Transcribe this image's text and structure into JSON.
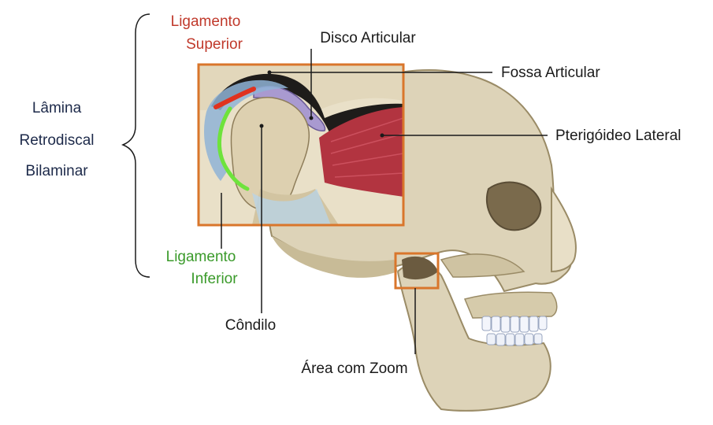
{
  "labels": {
    "lamina_line1": "Lâmina",
    "lamina_line2": "Retrodiscal",
    "lamina_line3": "Bilaminar",
    "lig_superior_line1": "Ligamento",
    "lig_superior_line2": "Superior",
    "lig_inferior_line1": "Ligamento",
    "lig_inferior_line2": "Inferior",
    "disco": "Disco Articular",
    "fossa": "Fossa Articular",
    "pterigoideo": "Pterigóideo Lateral",
    "condilo": "Côndilo",
    "zoom": "Área com Zoom"
  },
  "colors": {
    "text": "#1a1a1a",
    "lamina_text": "#1d2a4a",
    "lig_superior": "#c0392b",
    "lig_inferior": "#3a9a2a",
    "zoom_box": "#d9762b",
    "bone": "#ddd3b8",
    "bone_shadow": "#b9ab88",
    "muscle": "#b23440",
    "disc": "#a99ad0",
    "cartilage": "#8fb3d6",
    "green_line": "#6ee33c",
    "red_line": "#e0321f"
  }
}
